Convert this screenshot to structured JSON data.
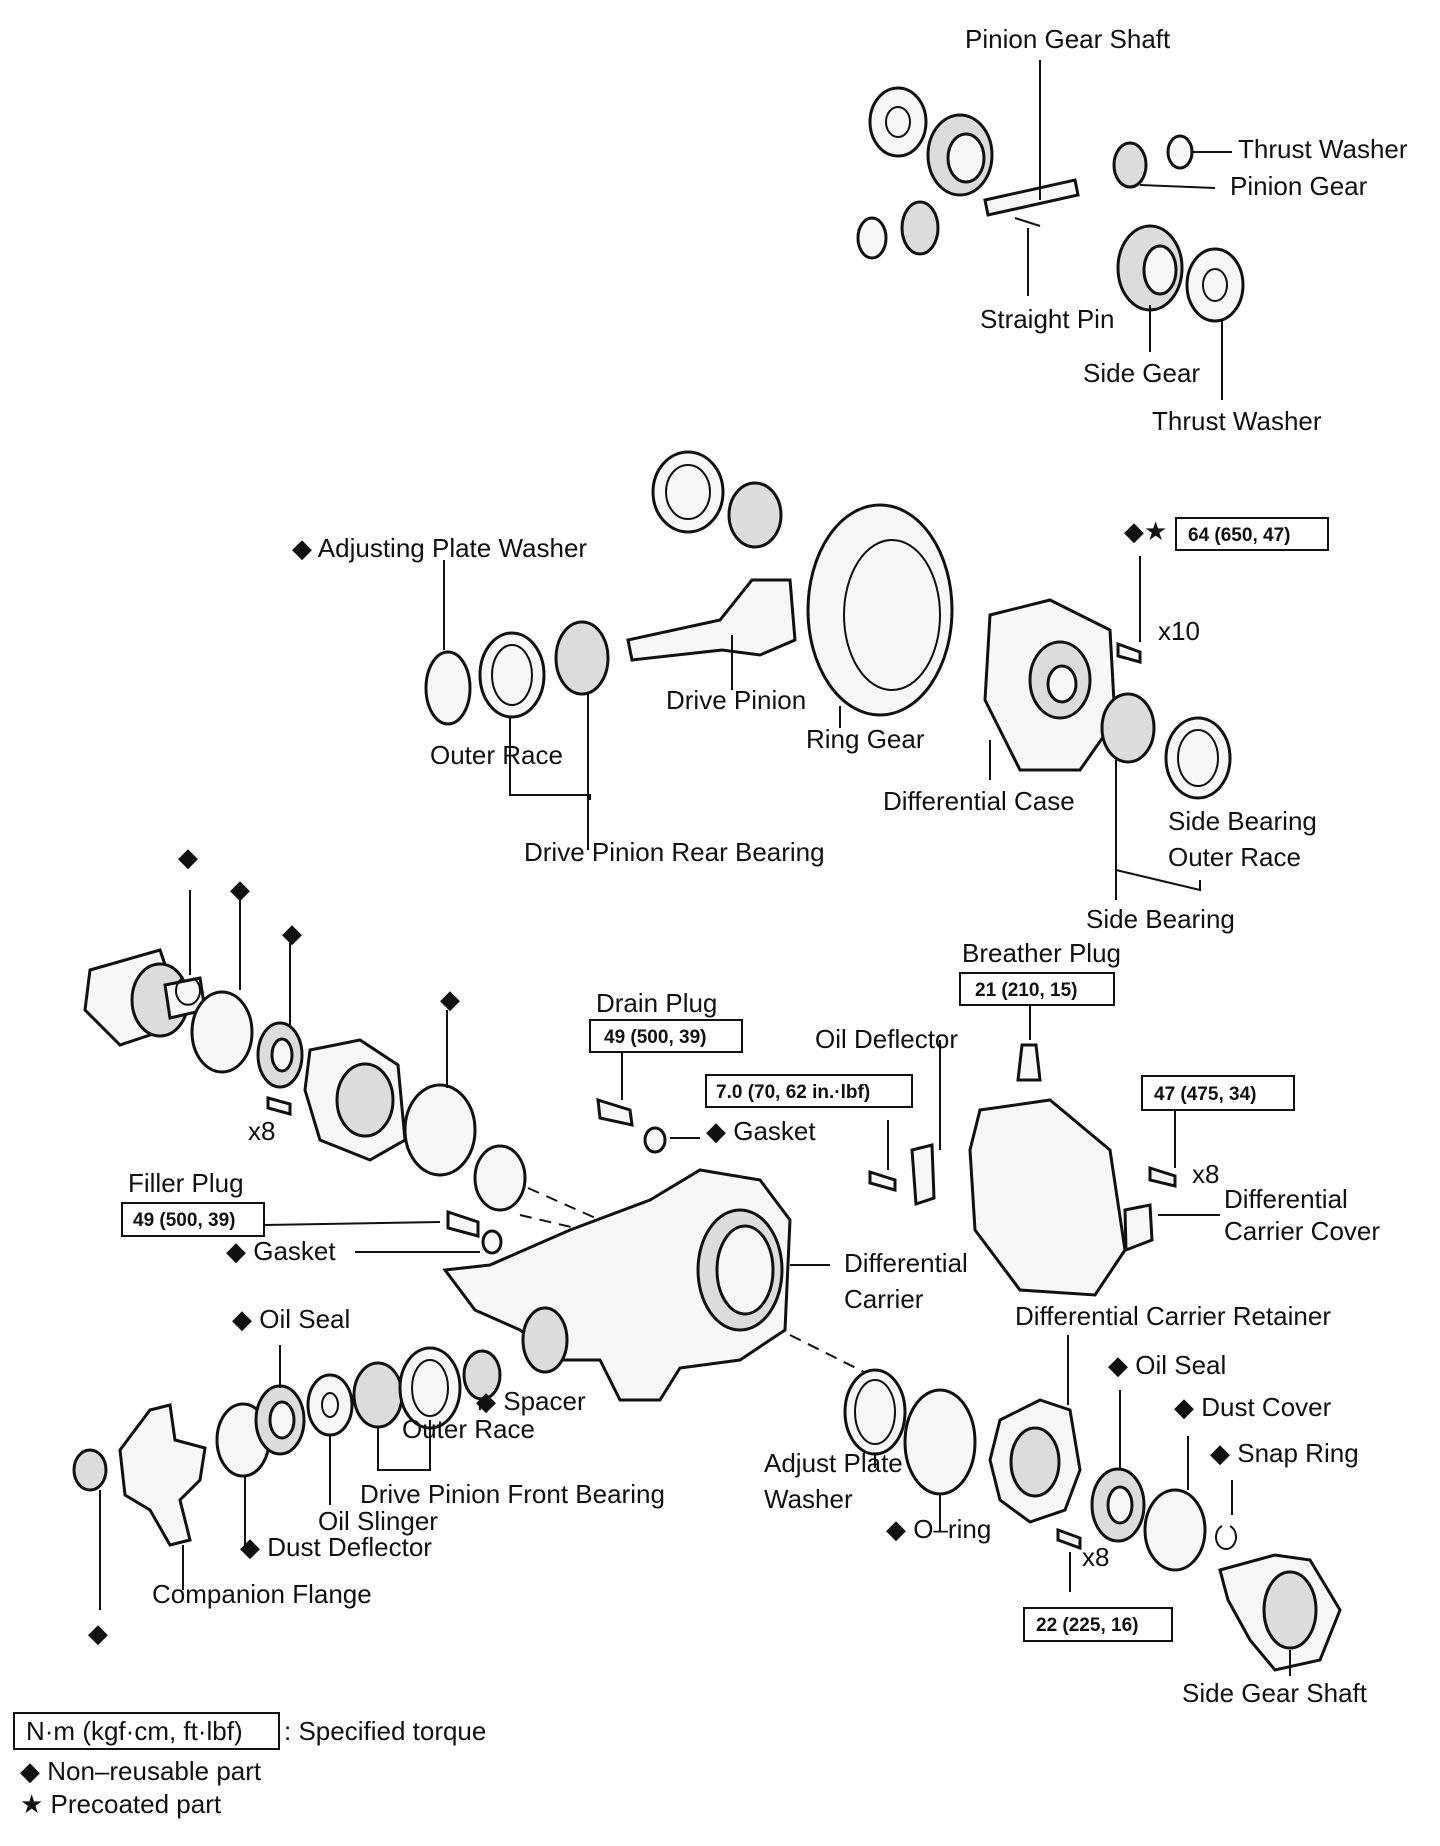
{
  "labels": {
    "pinion_gear_shaft": "Pinion Gear Shaft",
    "thrust_washer_top": "Thrust Washer",
    "pinion_gear": "Pinion Gear",
    "straight_pin": "Straight Pin",
    "side_gear": "Side Gear",
    "thrust_washer_bottom": "Thrust Washer",
    "adjusting_plate_washer": "Adjusting Plate Washer",
    "drive_pinion": "Drive Pinion",
    "ring_gear": "Ring Gear",
    "outer_race_upper": "Outer Race",
    "drive_pinion_rear_bearing": "Drive Pinion Rear Bearing",
    "differential_case": "Differential Case",
    "x10": "x10",
    "side_bearing_outer_race_1": "Side Bearing",
    "side_bearing_outer_race_2": "Outer Race",
    "side_bearing": "Side Bearing",
    "breather_plug": "Breather Plug",
    "drain_plug": "Drain Plug",
    "oil_deflector": "Oil Deflector",
    "gasket_drain": "Gasket",
    "x8_left": "x8",
    "x8_cover": "x8",
    "diff_carrier_cover_1": "Differential",
    "diff_carrier_cover_2": "Carrier Cover",
    "filler_plug": "Filler Plug",
    "gasket_filler": "Gasket",
    "diff_carrier_1": "Differential",
    "diff_carrier_2": "Carrier",
    "diff_carrier_retainer": "Differential Carrier Retainer",
    "oil_seal_left": "Oil Seal",
    "oil_seal_right": "Oil Seal",
    "dust_cover": "Dust Cover",
    "spacer": "Spacer",
    "outer_race_lower": "Outer Race",
    "snap_ring": "Snap Ring",
    "drive_pinion_front_bearing": "Drive Pinion Front Bearing",
    "oil_slinger": "Oil Slinger",
    "dust_deflector": "Dust Deflector",
    "adjust_plate_1": "Adjust  Plate",
    "adjust_plate_2": "Washer",
    "o_ring": "O–ring",
    "x8_retainer": "x8",
    "companion_flange": "Companion Flange",
    "side_gear_shaft": "Side Gear Shaft"
  },
  "torques": {
    "case_bolt": "64 (650, 47)",
    "breather": "21 (210, 15)",
    "drain": "49 (500, 39)",
    "deflector": "7.0 (70, 62 in.·lbf)",
    "cover": "47 (475, 34)",
    "filler": "49 (500, 39)",
    "retainer": "22 (225, 16)"
  },
  "legend": {
    "torque_box": "N·m (kgf·cm, ft·lbf)",
    "torque_text": ": Specified torque",
    "nonreusable": "Non–reusable part",
    "precoated": "Precoated part"
  },
  "symbols": {
    "diamond": "◆",
    "star": "★"
  }
}
